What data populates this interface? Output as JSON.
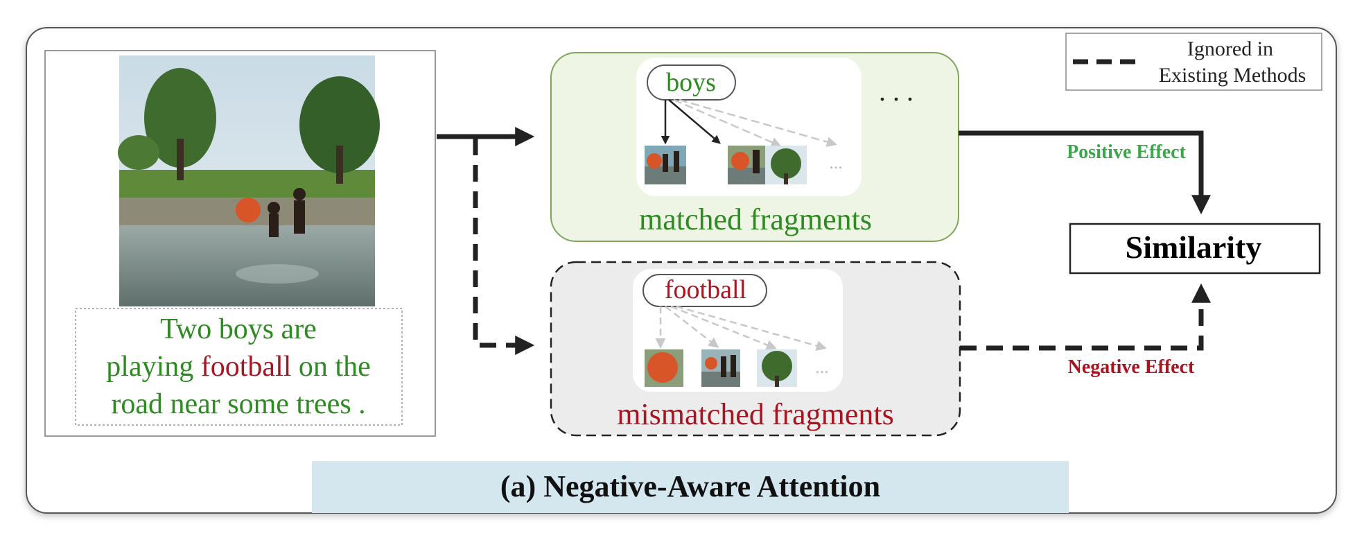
{
  "caption": {
    "text": "(a) Negative-Aware Attention"
  },
  "legend": {
    "line1": "Ignored in",
    "line2": "Existing Methods"
  },
  "sentence": {
    "line1": "Two boys  are",
    "line2_prefix": "playing ",
    "line2_highlight": "football",
    "line2_suffix": " on the",
    "line3": "road near some trees ."
  },
  "matched_panel": {
    "word": "boys",
    "label": "matched fragments",
    "ellipsis": ". . .",
    "thumb_ellipsis": "..."
  },
  "mismatched_panel": {
    "word": "football",
    "label": "mismatched fragments",
    "thumb_ellipsis": "..."
  },
  "similarity": {
    "label": "Similarity"
  },
  "effects": {
    "positive": "Positive Effect",
    "negative": "Negative Effect"
  },
  "colors": {
    "green_text": "#2e8b22",
    "red_text": "#a8141f",
    "positive_label": "#3aa84a",
    "caption_bg": "#d4e7ee",
    "matched_panel_bg": "#eef5e4",
    "matched_panel_border": "#7ea55a",
    "mismatched_panel_bg": "#ececec",
    "arrow": "#222222",
    "faded_arrow": "#c8c8c8"
  }
}
